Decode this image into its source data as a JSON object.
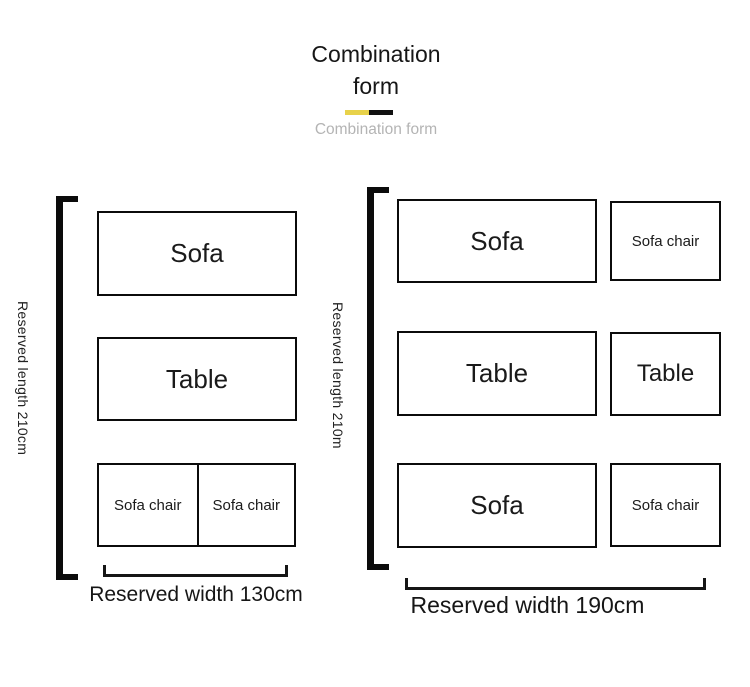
{
  "header": {
    "title": "Combination form",
    "subtitle": "Combination form",
    "accent_yellow": "#e8d24a",
    "accent_black": "#111111"
  },
  "left_diagram": {
    "length_label": "Reserved length 210cm",
    "width_label": "Reserved width 130cm",
    "sofa_label": "Sofa",
    "table_label": "Table",
    "chair_left_label": "Sofa chair",
    "chair_right_label": "Sofa chair"
  },
  "right_diagram": {
    "length_label": "Reserved length 210m",
    "width_label": "Reserved width 190cm",
    "rows": [
      {
        "large": "Sofa",
        "small": "Sofa chair"
      },
      {
        "large": "Table",
        "small": "Table"
      },
      {
        "large": "Sofa",
        "small": "Sofa chair"
      }
    ]
  }
}
